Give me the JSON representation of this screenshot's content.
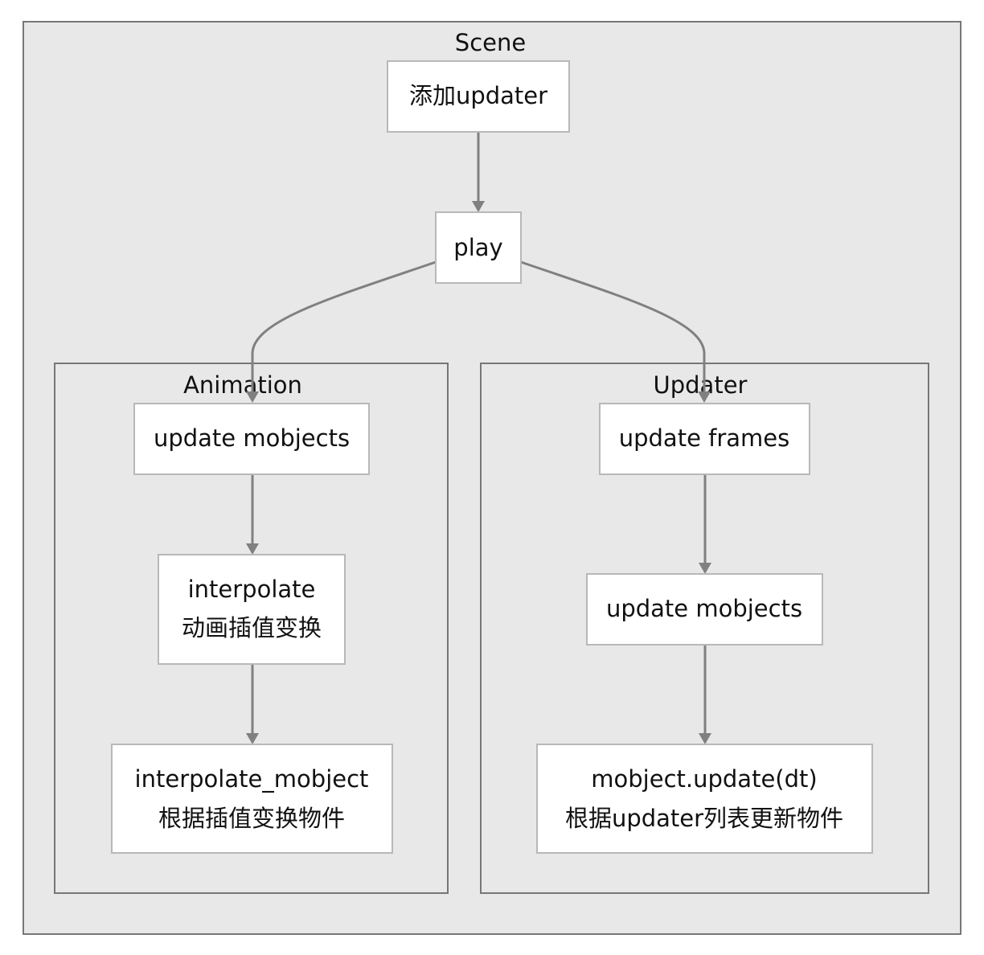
{
  "diagram": {
    "clusters": {
      "scene": "Scene",
      "animation": "Animation",
      "updater": "Updater"
    },
    "nodes": {
      "add_updater": "添加updater",
      "play": "play",
      "anim_update_mobjects": "update mobjects",
      "interpolate": [
        "interpolate",
        "动画插值变换"
      ],
      "interpolate_mobject": [
        "interpolate_mobject",
        "根据插值变换物件"
      ],
      "update_frames": "update frames",
      "upd_update_mobjects": "update mobjects",
      "mobject_update": [
        "mobject.update(dt)",
        "根据updater列表更新物件"
      ]
    },
    "edges": [
      [
        "add_updater",
        "play"
      ],
      [
        "play",
        "anim_update_mobjects"
      ],
      [
        "play",
        "update_frames"
      ],
      [
        "anim_update_mobjects",
        "interpolate"
      ],
      [
        "interpolate",
        "interpolate_mobject"
      ],
      [
        "update_frames",
        "upd_update_mobjects"
      ],
      [
        "upd_update_mobjects",
        "mobject_update"
      ]
    ]
  }
}
